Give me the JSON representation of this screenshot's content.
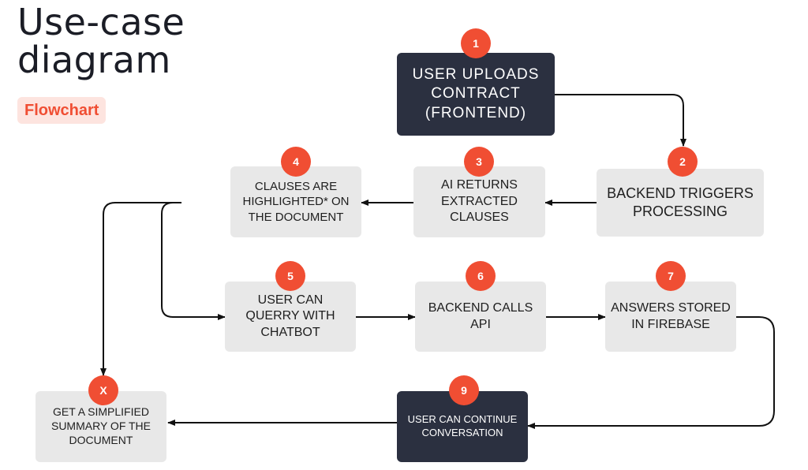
{
  "title": "Use-case\ndiagram",
  "tag": "Flowchart",
  "nodes": [
    {
      "num": "1",
      "text": "USER UPLOADS\nCONTRACT\n(FRONTEND)"
    },
    {
      "num": "2",
      "text": "BACKEND TRIGGERS\nPROCESSING"
    },
    {
      "num": "3",
      "text": "AI RETURNS\nEXTRACTED\nCLAUSES"
    },
    {
      "num": "4",
      "text": "CLAUSES ARE\nHIGHLIGHTED* ON\nTHE DOCUMENT"
    },
    {
      "num": "5",
      "text": "USER CAN\nQUERRY WITH\nCHATBOT"
    },
    {
      "num": "6",
      "text": "BACKEND CALLS\nAPI"
    },
    {
      "num": "7",
      "text": "ANSWERS STORED\nIN FIREBASE"
    },
    {
      "num": "9",
      "text": "USER CAN CONTINUE\nCONVERSATION"
    },
    {
      "num": "X",
      "text": "GET A SIMPLIFIED\nSUMMARY OF THE\nDOCUMENT"
    }
  ],
  "colors": {
    "badge": "#f04e33",
    "dark_box": "#2b3040",
    "light_box": "#e8e8e8",
    "tag_bg": "#fde4df",
    "arrow": "#111111"
  }
}
